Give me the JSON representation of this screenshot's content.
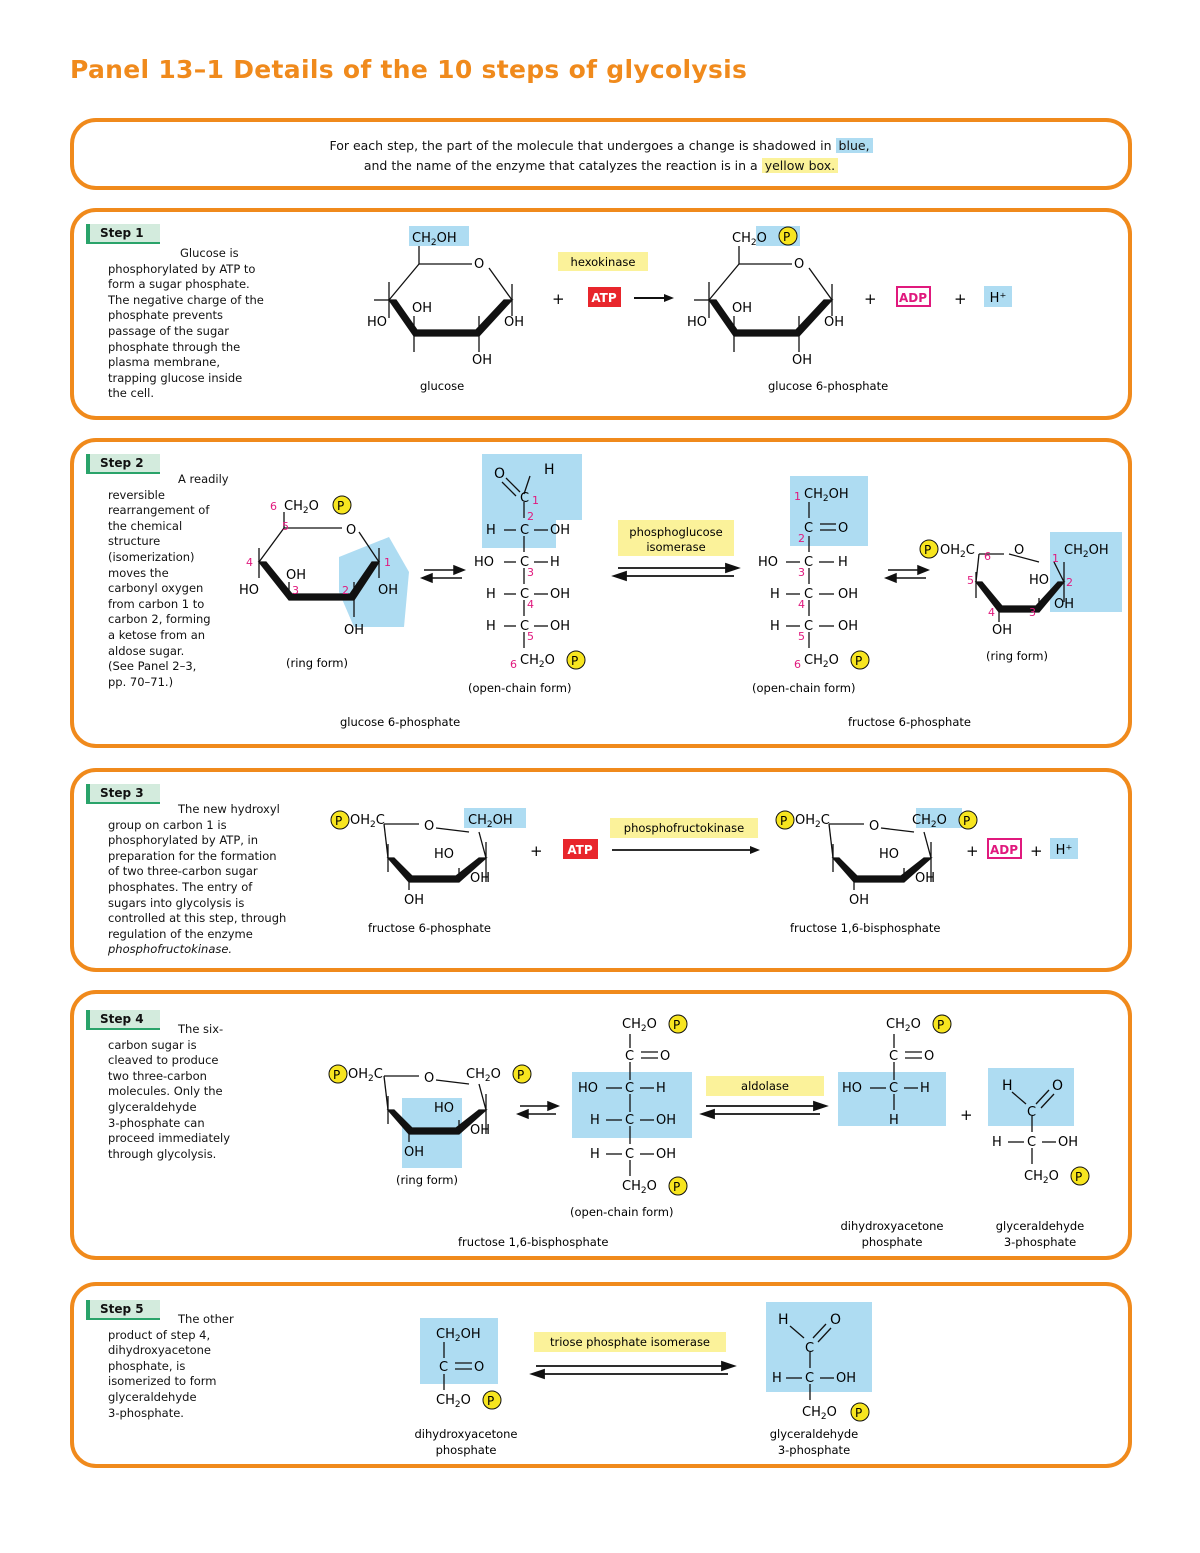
{
  "title": "Panel 13–1 Details of the 10 steps of glycolysis",
  "intro": {
    "line1": "For each step, the part of the molecule that undergoes a change is shadowed in",
    "blue_word": "blue,",
    "line2": "and the name of the enzyme that catalyzes the reaction is in a",
    "yellow_word": "yellow box."
  },
  "colors": {
    "accent": "#f08a1c",
    "blue": "#aedcf2",
    "yellow": "#fbf29a",
    "red": "#e8262c",
    "magenta": "#e0197d",
    "green": "#2aa36a"
  },
  "steps": [
    {
      "tag": "Step 1",
      "text_lines": [
        "Glucose is",
        "phosphorylated by ATP to",
        "form a sugar phosphate.",
        "The negative charge of the",
        "phosphate prevents",
        "passage of the sugar",
        "phosphate through the",
        "plasma membrane,",
        "trapping glucose inside",
        "the cell."
      ],
      "enzyme": "hexokinase",
      "labels": {
        "substrate": "glucose",
        "product": "glucose 6-phosphate",
        "atp": "ATP",
        "adp": "ADP",
        "h": "H⁺"
      }
    },
    {
      "tag": "Step 2",
      "text_lines": [
        "A readily",
        "reversible",
        "rearrangement of",
        "the chemical",
        "structure",
        "(isomerization)",
        "moves the",
        "carbonyl oxygen",
        "from carbon 1 to",
        "carbon 2, forming",
        "a ketose from an",
        "aldose sugar.",
        "(See Panel 2–3,",
        "pp. 70–71.)"
      ],
      "enzyme": [
        "phosphoglucose",
        "isomerase"
      ],
      "labels": {
        "ring": "(ring form)",
        "open": "(open-chain form)",
        "substrate": "glucose 6-phosphate",
        "product": "fructose 6-phosphate"
      }
    },
    {
      "tag": "Step 3",
      "text_lines": [
        "The new hydroxyl",
        "group on carbon 1 is",
        "phosphorylated by ATP, in",
        "preparation for the formation",
        "of two three-carbon sugar",
        "phosphates. The entry of",
        "sugars into glycolysis is",
        "controlled at this step, through",
        "regulation of the enzyme",
        "phosphofructokinase."
      ],
      "enzyme": "phosphofructokinase",
      "labels": {
        "substrate": "fructose 6-phosphate",
        "product": "fructose 1,6-bisphosphate",
        "atp": "ATP",
        "adp": "ADP",
        "h": "H⁺"
      }
    },
    {
      "tag": "Step 4",
      "text_lines": [
        "The six-",
        "carbon sugar is",
        "cleaved to produce",
        "two three-carbon",
        "molecules. Only the",
        "glyceraldehyde",
        "3-phosphate can",
        "proceed immediately",
        "through glycolysis."
      ],
      "enzyme": "aldolase",
      "labels": {
        "ring": "(ring form)",
        "open": "(open-chain form)",
        "substrate": "fructose 1,6-bisphosphate",
        "p1a": "dihydroxyacetone",
        "p1b": "phosphate",
        "p2a": "glyceraldehyde",
        "p2b": "3-phosphate"
      }
    },
    {
      "tag": "Step 5",
      "text_lines": [
        "The other",
        "product of step 4,",
        "dihydroxyacetone",
        "phosphate, is",
        "isomerized to form",
        "glyceraldehyde",
        "3-phosphate."
      ],
      "enzyme": "triose phosphate isomerase",
      "labels": {
        "s1": "dihydroxyacetone",
        "s2": "phosphate",
        "p1": "glyceraldehyde",
        "p2": "3-phosphate"
      }
    }
  ]
}
